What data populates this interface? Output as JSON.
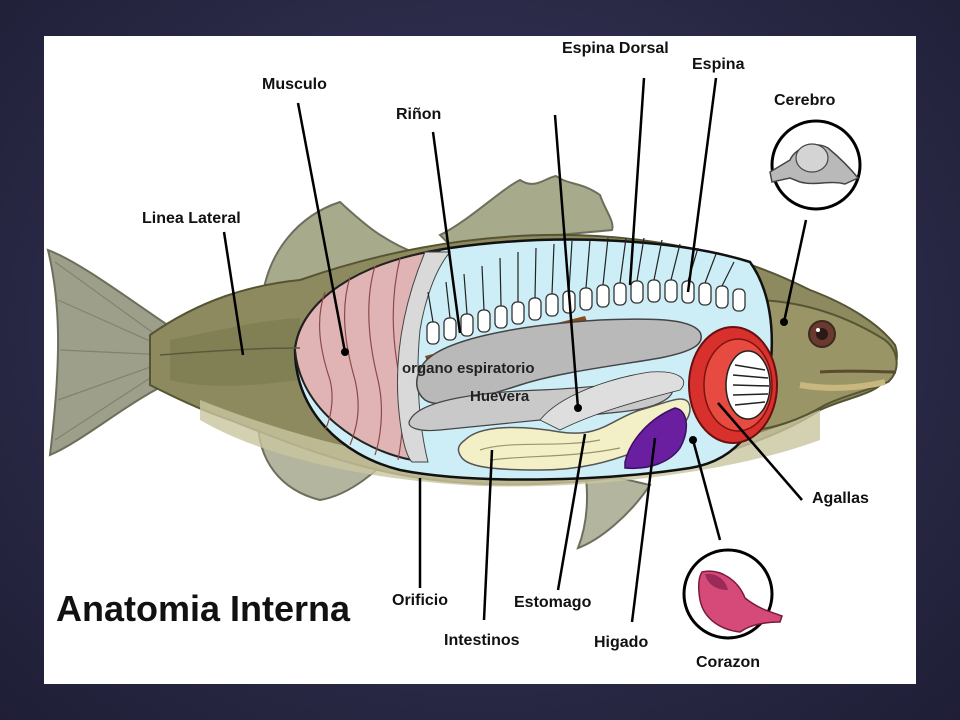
{
  "title": "Anatomia Interna",
  "labels": {
    "musculo": "Musculo",
    "rinon": "Riñon",
    "espina_dorsal": "Espina Dorsal",
    "espina": "Espina",
    "cerebro": "Cerebro",
    "linea_lateral": "Linea Lateral",
    "organo_respiratorio": "organo espiratorio",
    "huevera": "Huevera",
    "agallas": "Agallas",
    "orificio": "Orificio",
    "intestinos": "Intestinos",
    "estomago": "Estomago",
    "higado": "Higado",
    "corazon": "Corazon"
  },
  "colors": {
    "slide_background": "#2b2a4a",
    "body_cavity": "#cdeef6",
    "muscle": "#e0b4b4",
    "gills": "#d8302c",
    "liver": "#6a1fa0",
    "intestine": "#f3efc6",
    "kidney": "#8a4a1a",
    "swim_bladder": "#b9b9b9",
    "fish_scales": "#8c8a5e"
  }
}
